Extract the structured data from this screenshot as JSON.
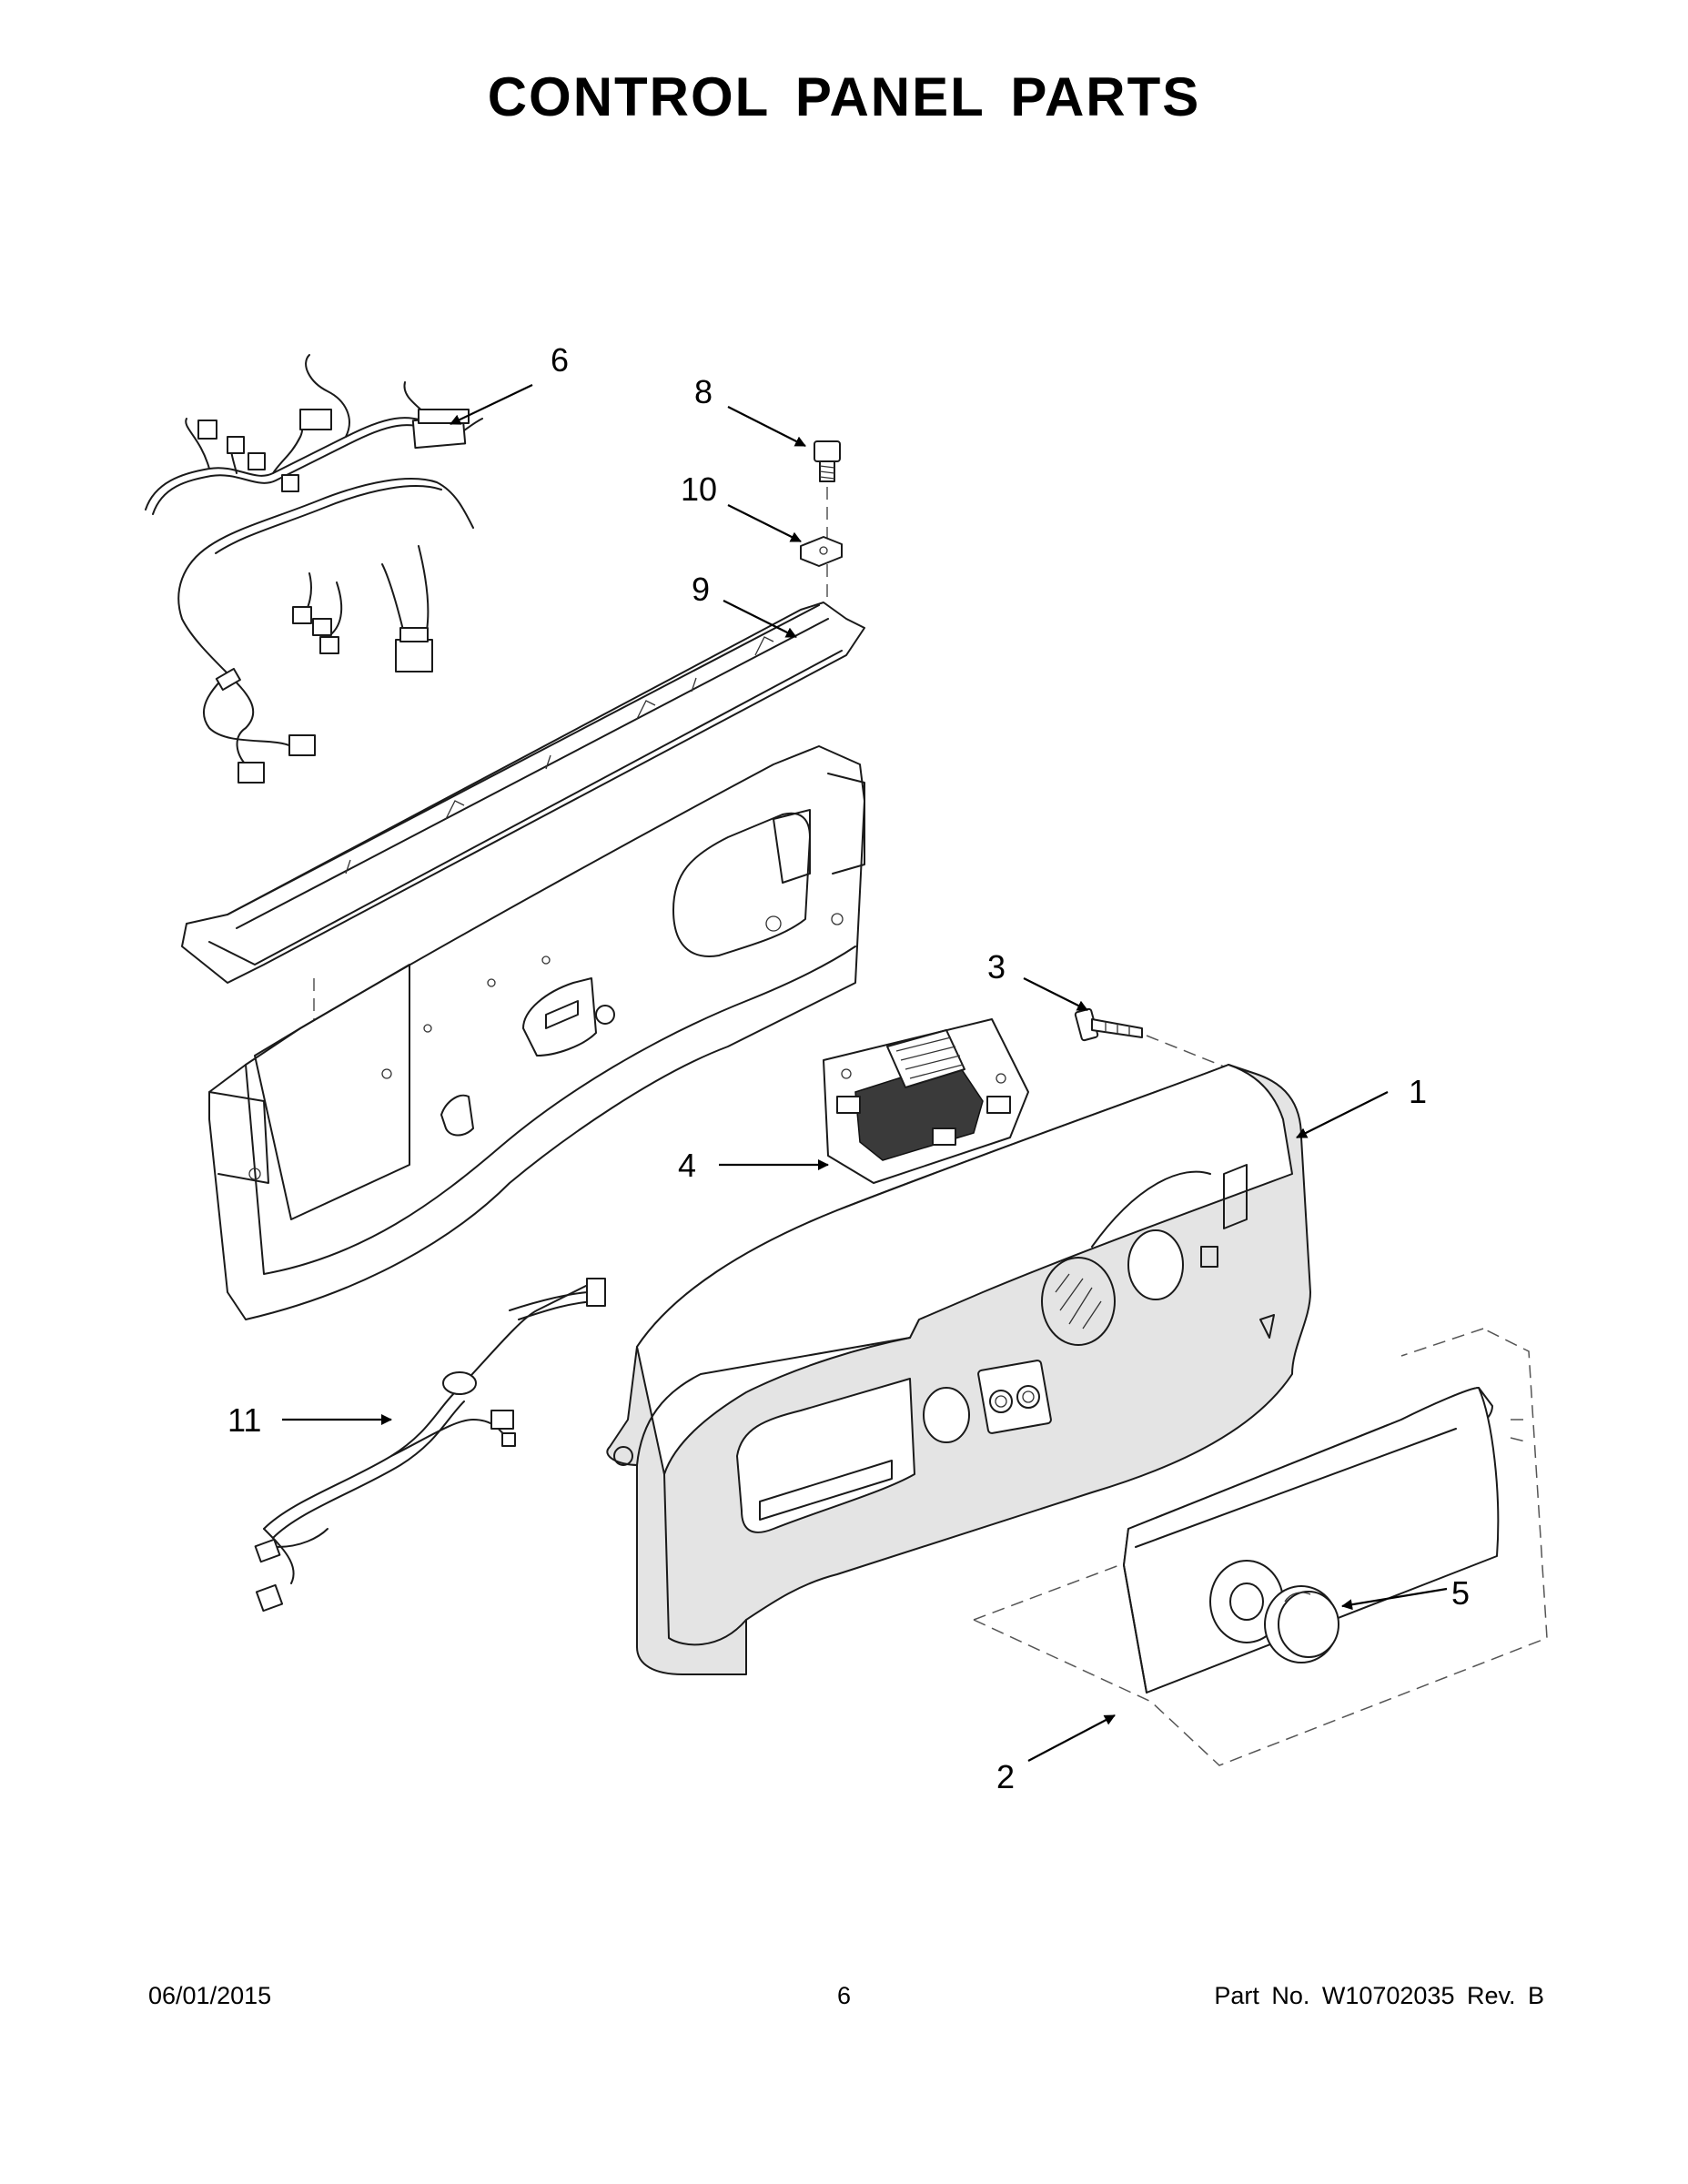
{
  "title": "CONTROL PANEL PARTS",
  "callouts": {
    "c1": "1",
    "c2": "2",
    "c3": "3",
    "c4": "4",
    "c5": "5",
    "c6": "6",
    "c8": "8",
    "c9": "9",
    "c10": "10",
    "c11": "11"
  },
  "footer": {
    "date": "06/01/2015",
    "page_number": "6",
    "part_number": "Part No.  W10702035  Rev.  B"
  }
}
